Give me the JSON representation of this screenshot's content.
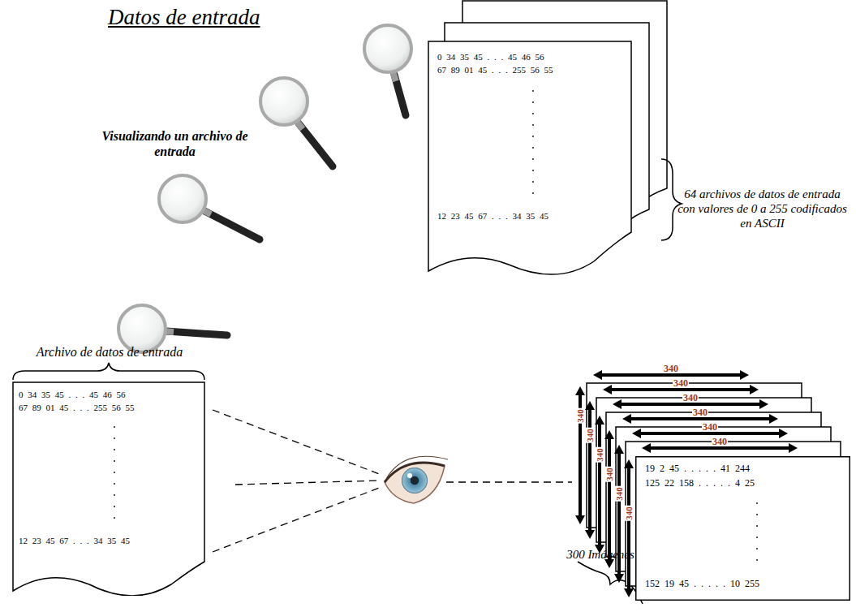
{
  "diagram": {
    "title": "Datos de entrada",
    "nodes": [
      {
        "text": [
          "0 34 35 45 . . . 45 46 56",
          "67 89 01 45 . . . 255 56 55",
          "12 23 45 67 . . . 34 35 45"
        ]
      },
      {
        "text": [
          "0 34 35 45 . . . 45 46 56",
          "67 89 01 45 . . . 255 56 55",
          "12 23 45 67 . . . 34 35 45"
        ]
      },
      {
        "text": [
          "19 2 45 . . . . . 41 244",
          "125 22 158 . . . . . 4 25",
          "152 19 45 . . . . . 10 255"
        ]
      }
    ],
    "labels": [
      "Visualizando un archivo de entrada",
      "64 archivos de datos de entrada con valores de 0 a 255 codificados en ASCII",
      "Archivo de datos de entrada",
      "300 Imágenes",
      "340",
      "340",
      "340",
      "340",
      "340",
      "340",
      "340",
      "340",
      "340",
      "340",
      "340",
      "340"
    ]
  }
}
